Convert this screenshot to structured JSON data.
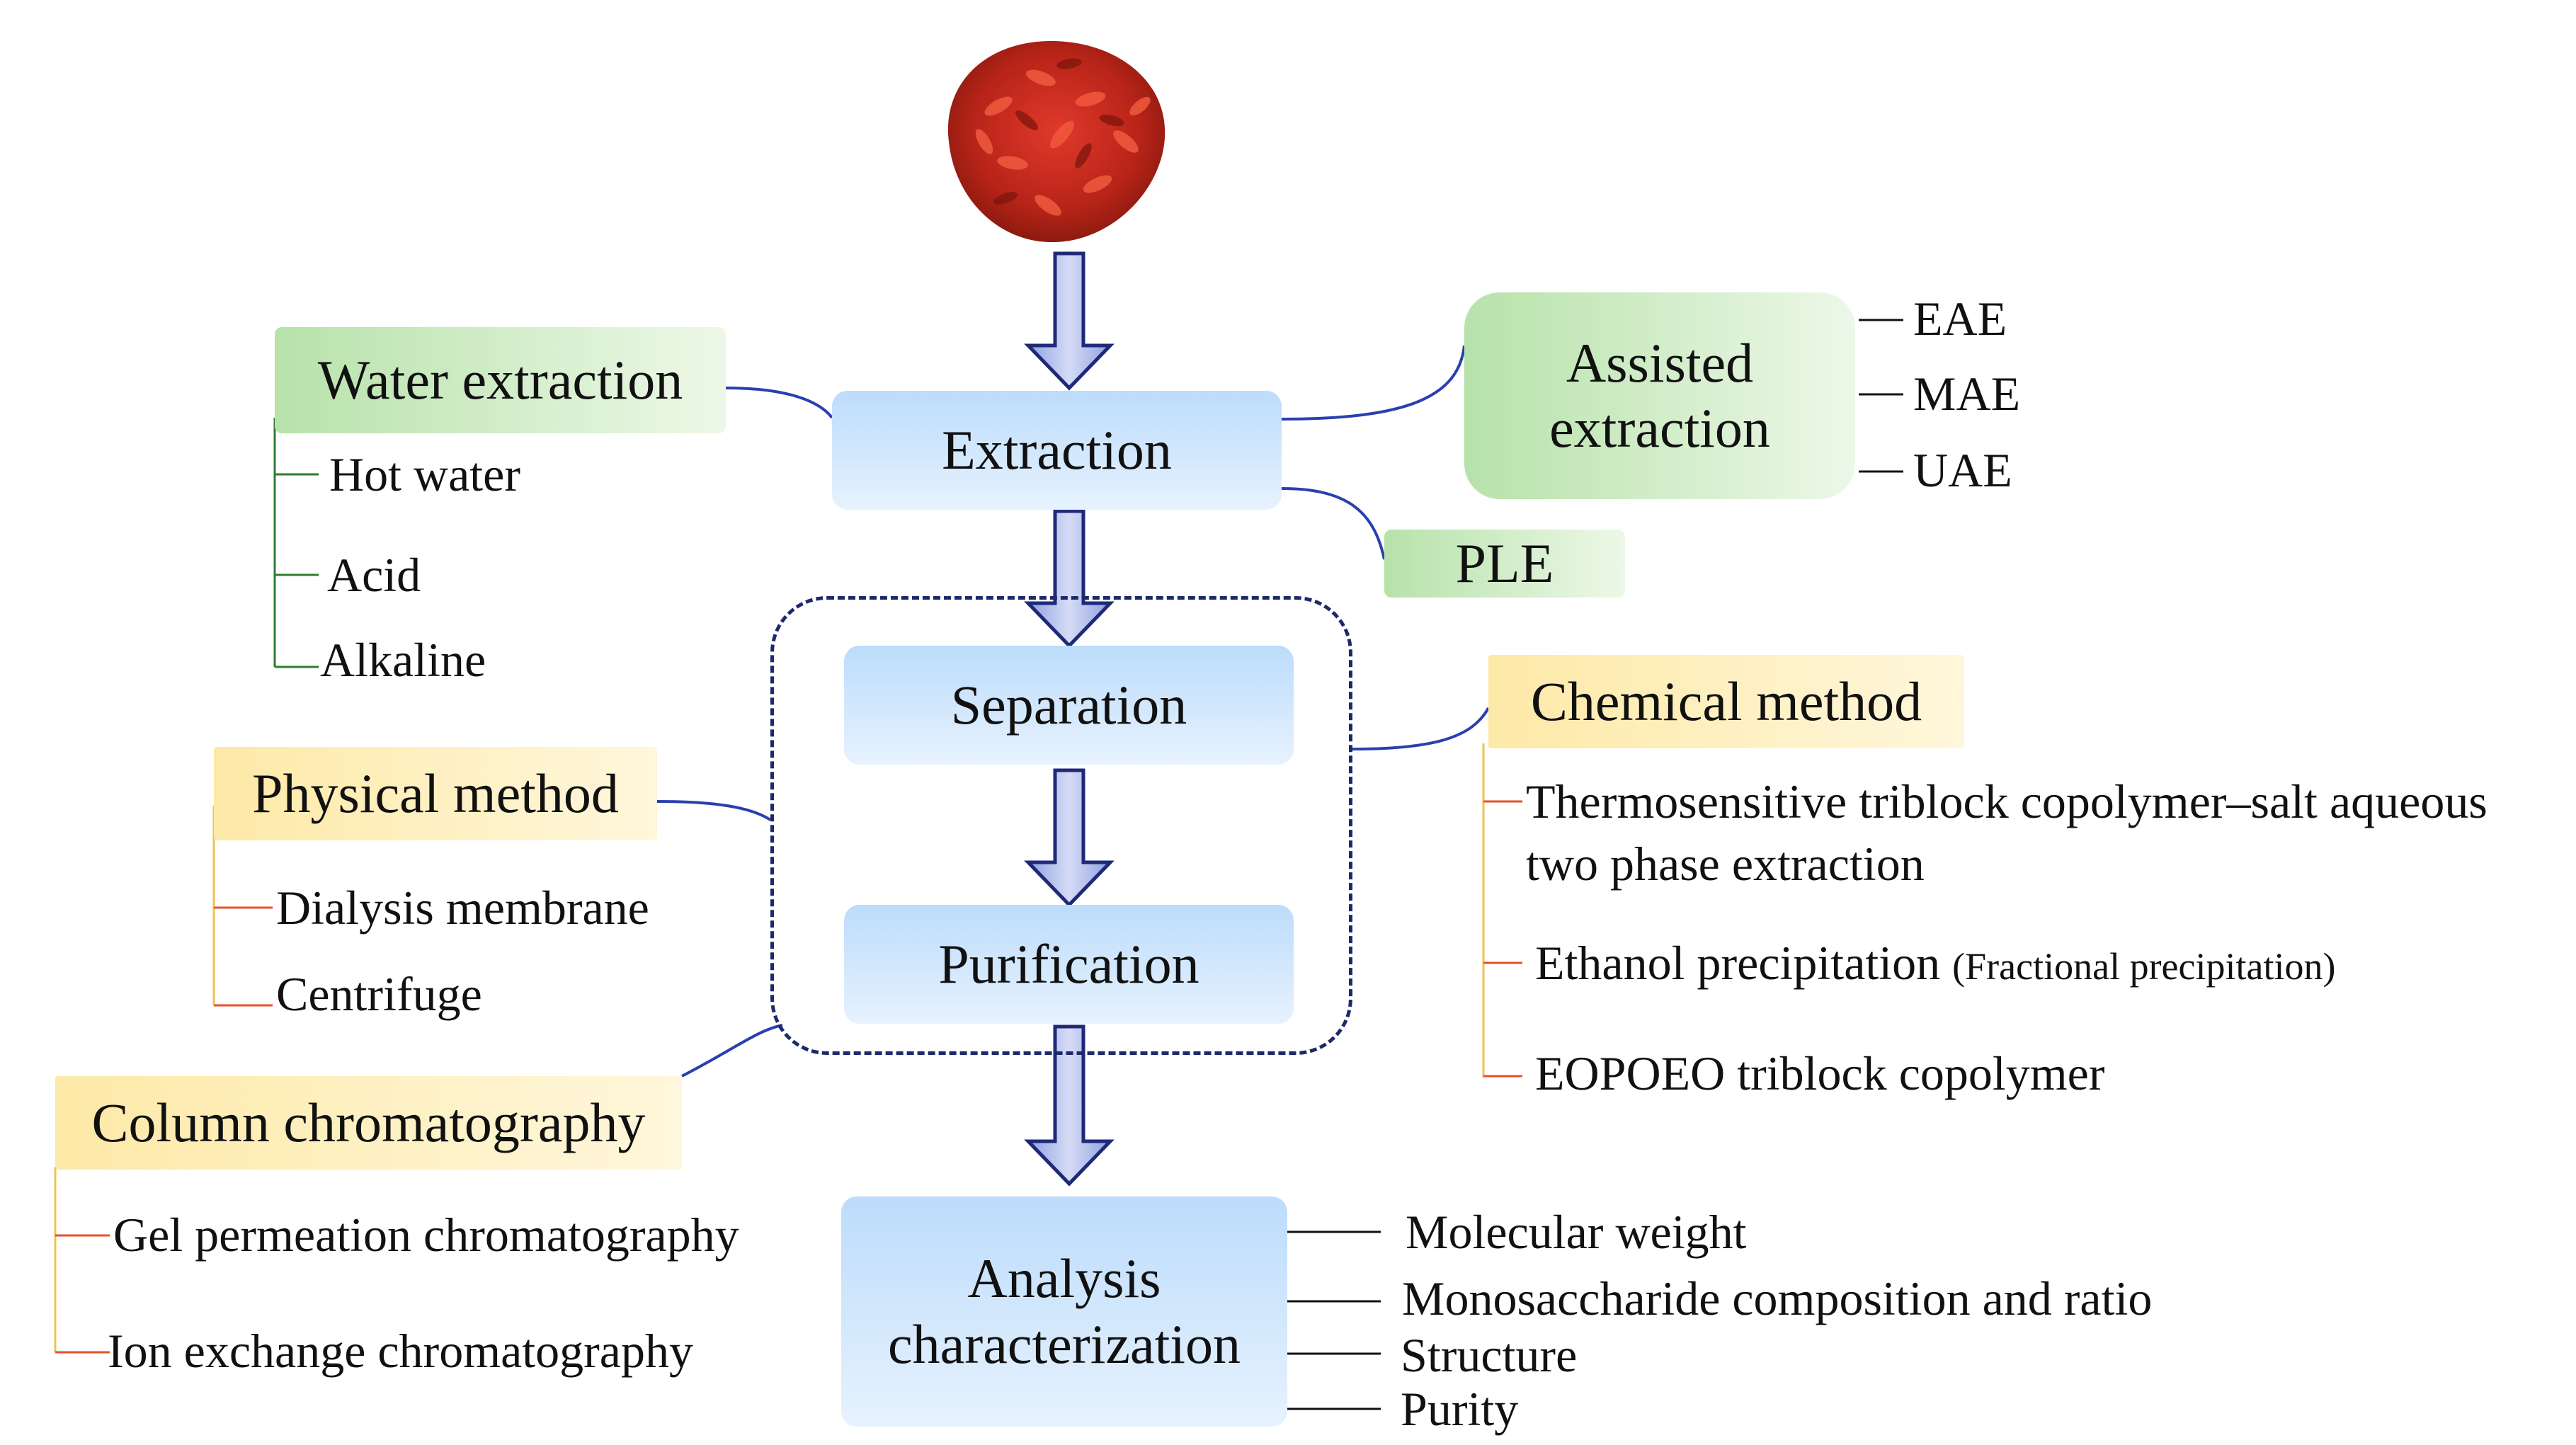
{
  "steps": {
    "extraction": "Extraction",
    "separation": "Separation",
    "purification": "Purification",
    "analysis_line1": "Analysis",
    "analysis_line2": "characterization"
  },
  "water_extraction": {
    "title": "Water extraction",
    "items": [
      "Hot water",
      "Acid",
      "Alkaline"
    ]
  },
  "assisted_extraction": {
    "title_line1": "Assisted",
    "title_line2": "extraction",
    "items": [
      "EAE",
      "MAE",
      "UAE"
    ]
  },
  "ple": "PLE",
  "physical_method": {
    "title": "Physical method",
    "items": [
      "Dialysis membrane",
      "Centrifuge"
    ]
  },
  "chemical_method": {
    "title": "Chemical method",
    "item1_line1": "Thermosensitive triblock copolymer–salt aqueous",
    "item1_line2": "two phase extraction",
    "item2": "Ethanol precipitation",
    "item2_note": "(Fractional precipitation)",
    "item3": "EOPOEO triblock copolymer"
  },
  "column_chromatography": {
    "title": "Column chromatography",
    "items": [
      "Gel permeation chromatography",
      "Ion exchange chromatography"
    ]
  },
  "analysis_items": [
    "Molecular weight",
    "Monosaccharide composition and ratio",
    "Structure",
    "Purity"
  ],
  "colors": {
    "step_box": "#cfe6fc",
    "green_box": "#c9eabd",
    "yellow_box": "#feefb9",
    "arrow_fill": "#b9c6ee",
    "arrow_stroke": "#1e2a78",
    "connector_blue": "#2a3fb0",
    "green_line": "#2e7d32",
    "orange_line": "#e8502a",
    "dark_line": "#111111"
  },
  "icons": {
    "berries": "goji-berries-image"
  }
}
